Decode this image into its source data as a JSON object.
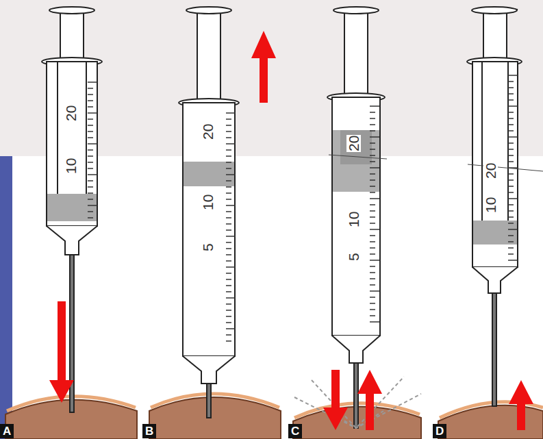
{
  "diagram": {
    "labels": [
      "20",
      "10",
      "A",
      "20",
      "10",
      "5",
      "B",
      "20",
      "10",
      "5",
      "C",
      "20",
      "10",
      "D"
    ]
  }
}
